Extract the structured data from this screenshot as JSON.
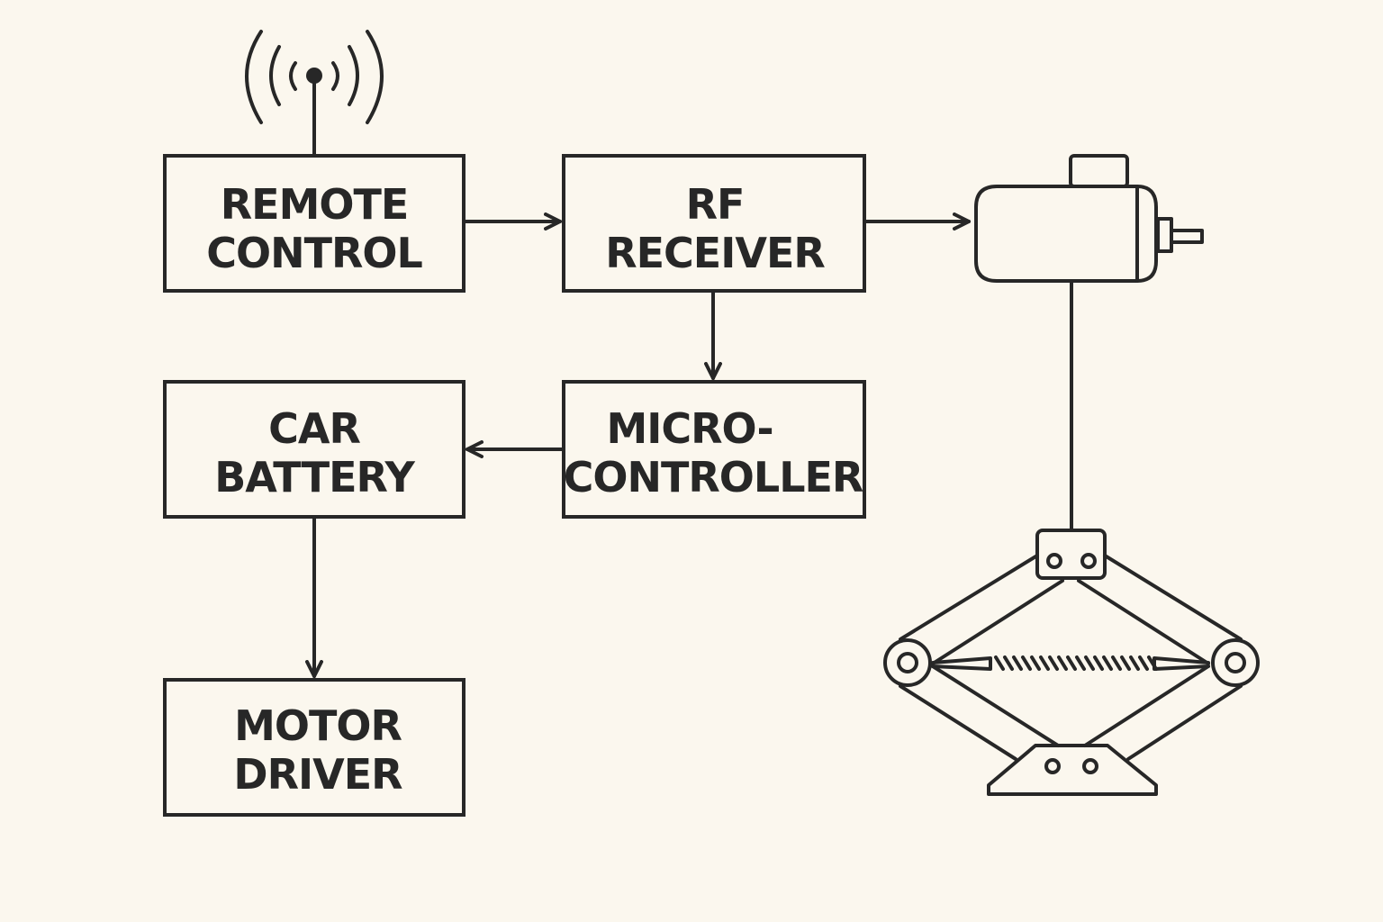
{
  "diagram": {
    "title": "",
    "colors": {
      "background": "#fbf7ee",
      "stroke": "#272727"
    },
    "blocks": [
      {
        "id": "remote-control",
        "lines": [
          "REMOTE",
          "CONTROL"
        ]
      },
      {
        "id": "rf-receiver",
        "lines": [
          "RF",
          "RECEIVER"
        ]
      },
      {
        "id": "microcontroller",
        "lines": [
          "MICRO-",
          "CONTROLLER"
        ]
      },
      {
        "id": "car-battery",
        "lines": [
          "CAR",
          "BATTERY"
        ]
      },
      {
        "id": "motor-driver",
        "lines": [
          "MOTOR",
          "DRIVER"
        ]
      }
    ],
    "connections": [
      {
        "from": "remote-control",
        "to": "rf-receiver",
        "arrow": true
      },
      {
        "from": "rf-receiver",
        "to": "dc-motor",
        "arrow": true
      },
      {
        "from": "rf-receiver",
        "to": "microcontroller",
        "arrow": true
      },
      {
        "from": "microcontroller",
        "to": "car-battery",
        "arrow": true
      },
      {
        "from": "car-battery",
        "to": "motor-driver",
        "arrow": true
      },
      {
        "from": "dc-motor",
        "to": "scissor-jack",
        "arrow": false
      }
    ],
    "icons": [
      "antenna-icon",
      "dc-motor-icon",
      "scissor-jack-icon"
    ]
  }
}
